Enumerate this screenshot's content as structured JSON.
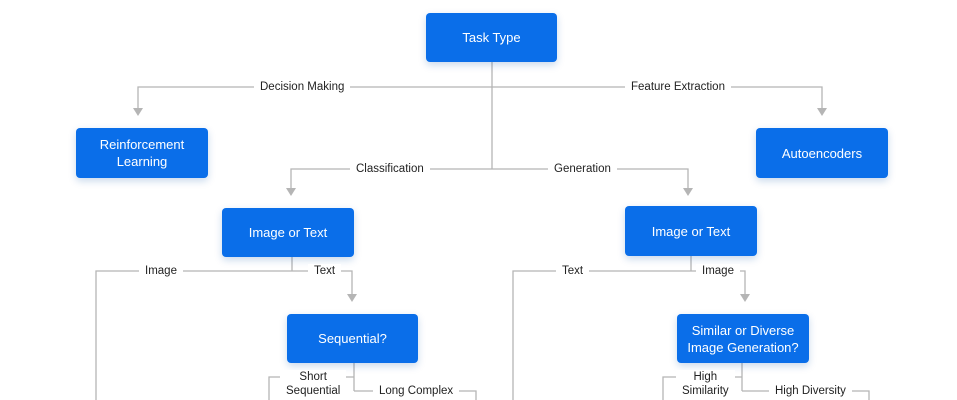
{
  "nodes": {
    "task_type": "Task Type",
    "reinforcement_learning": "Reinforcement\nLearning",
    "autoencoders": "Autoencoders",
    "image_or_text_left": "Image or Text",
    "image_or_text_right": "Image or Text",
    "sequential": "Sequential?",
    "similar_or_diverse": "Similar or Diverse\nImage Generation?"
  },
  "edge_labels": {
    "decision_making": "Decision Making",
    "feature_extraction": "Feature Extraction",
    "classification": "Classification",
    "generation": "Generation",
    "left_image": "Image",
    "left_text": "Text",
    "right_text": "Text",
    "right_image": "Image",
    "short_sequential": "Short\nSequential",
    "long_complex": "Long Complex",
    "high_similarity": "High\nSimilarity",
    "high_diversity": "High Diversity"
  },
  "colors": {
    "node_fill": "#0a6ee9",
    "node_text": "#ffffff",
    "connector": "#b5b5b5",
    "label_text": "#222222"
  }
}
